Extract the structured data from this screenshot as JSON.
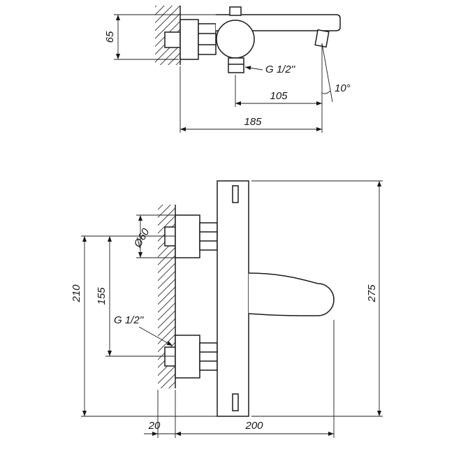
{
  "page": {
    "background_color": "#ffffff",
    "line_color": "#1c1c1c"
  },
  "top_view": {
    "name": "wall-mounted-faucet-side-view",
    "dims": {
      "height_65": "65",
      "thread": "G 1/2''",
      "reach_105": "105",
      "angle_10": "10°",
      "reach_185": "185"
    }
  },
  "bottom_view": {
    "name": "wall-mounted-mixer-front-view",
    "dims": {
      "flange_diameter": "Ø60",
      "height_210": "210",
      "centers_155": "155",
      "thread": "G 1/2''",
      "overall_275": "275",
      "wall_20": "20",
      "reach_200": "200"
    }
  }
}
